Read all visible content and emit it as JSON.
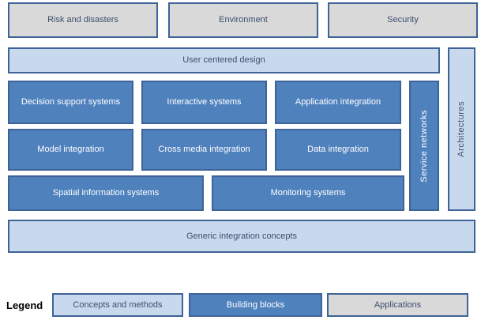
{
  "colors": {
    "app-fill": "#d9d9d9",
    "concept-fill": "#c9d9ed",
    "block-fill": "#4f81bd",
    "border": "#3e6398",
    "text-dark": "#3c4e6e",
    "text-light": "#ffffff"
  },
  "applications": [
    "Risk and disasters",
    "Environment",
    "Security"
  ],
  "layers": {
    "user_centered_design": "User centered design",
    "row1": [
      "Decision support systems",
      "Interactive systems",
      "Application integration"
    ],
    "row2": [
      "Model integration",
      "Cross media integration",
      "Data integration"
    ],
    "row3": [
      "Spatial information systems",
      "Monitoring systems"
    ],
    "service_networks": "Service networks",
    "architectures": "Architectures",
    "generic_integration": "Generic integration concepts"
  },
  "legend": {
    "title": "Legend",
    "items": [
      {
        "label": "Concepts and methods",
        "category": "concepts-and-methods"
      },
      {
        "label": "Building blocks",
        "category": "building-blocks"
      },
      {
        "label": "Applications",
        "category": "applications"
      }
    ]
  }
}
